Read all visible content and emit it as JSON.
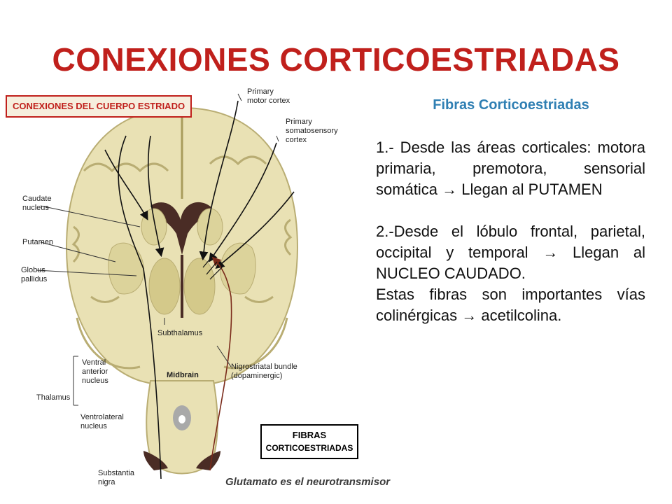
{
  "title": "CONEXIONES CORTICOESTRIADAS",
  "figure": {
    "panel_header": "CONEXIONES DEL CUERPO ESTRIADO",
    "labels": {
      "primary_motor_cortex_1": "Primary",
      "primary_motor_cortex_2": "motor cortex",
      "primary_somatosensory_1": "Primary",
      "primary_somatosensory_2": "somatosensory",
      "primary_somatosensory_3": "cortex",
      "caudate_1": "Caudate",
      "caudate_2": "nucleus",
      "putamen": "Putamen",
      "globus_1": "Globus",
      "globus_2": "pallidus",
      "subthalamus": "Subthalamus",
      "ventral_anterior_1": "Ventral",
      "ventral_anterior_2": "anterior",
      "ventral_anterior_3": "nucleus",
      "thalamus": "Thalamus",
      "ventrolateral_1": "Ventrolateral",
      "ventrolateral_2": "nucleus",
      "midbrain": "Midbrain",
      "nigrostriatal_1": "Nigrostriatal bundle",
      "nigrostriatal_2": "(dopaminergic)",
      "substantia_1": "Substantia",
      "substantia_2": "nigra"
    },
    "fibras_box_line1": "FIBRAS",
    "fibras_box_line2": "CORTICOESTRIADAS",
    "glutamato": "Glutamato es el neurotransmisor"
  },
  "subtitle": "Fibras Corticoestriadas",
  "paragraphs": {
    "p1": "1.- Desde las áreas corticales: motora primaria, premotora, sensorial somática → Llegan al PUTAMEN",
    "p2": "2.-Desde el lóbulo frontal, parietal, occipital y temporal → Llegan al NUCLEO CAUDADO.",
    "p3": "Estas fibras son importantes vías colinérgicas → acetilcolina."
  },
  "colors": {
    "title": "#c0201c",
    "subtitle": "#2f7fb3",
    "brain_tissue": "#e9e1b4",
    "gray_matter": "#dcd39b",
    "ventricle": "#4a2c25",
    "dopaminergic": "#7a2a1a"
  }
}
